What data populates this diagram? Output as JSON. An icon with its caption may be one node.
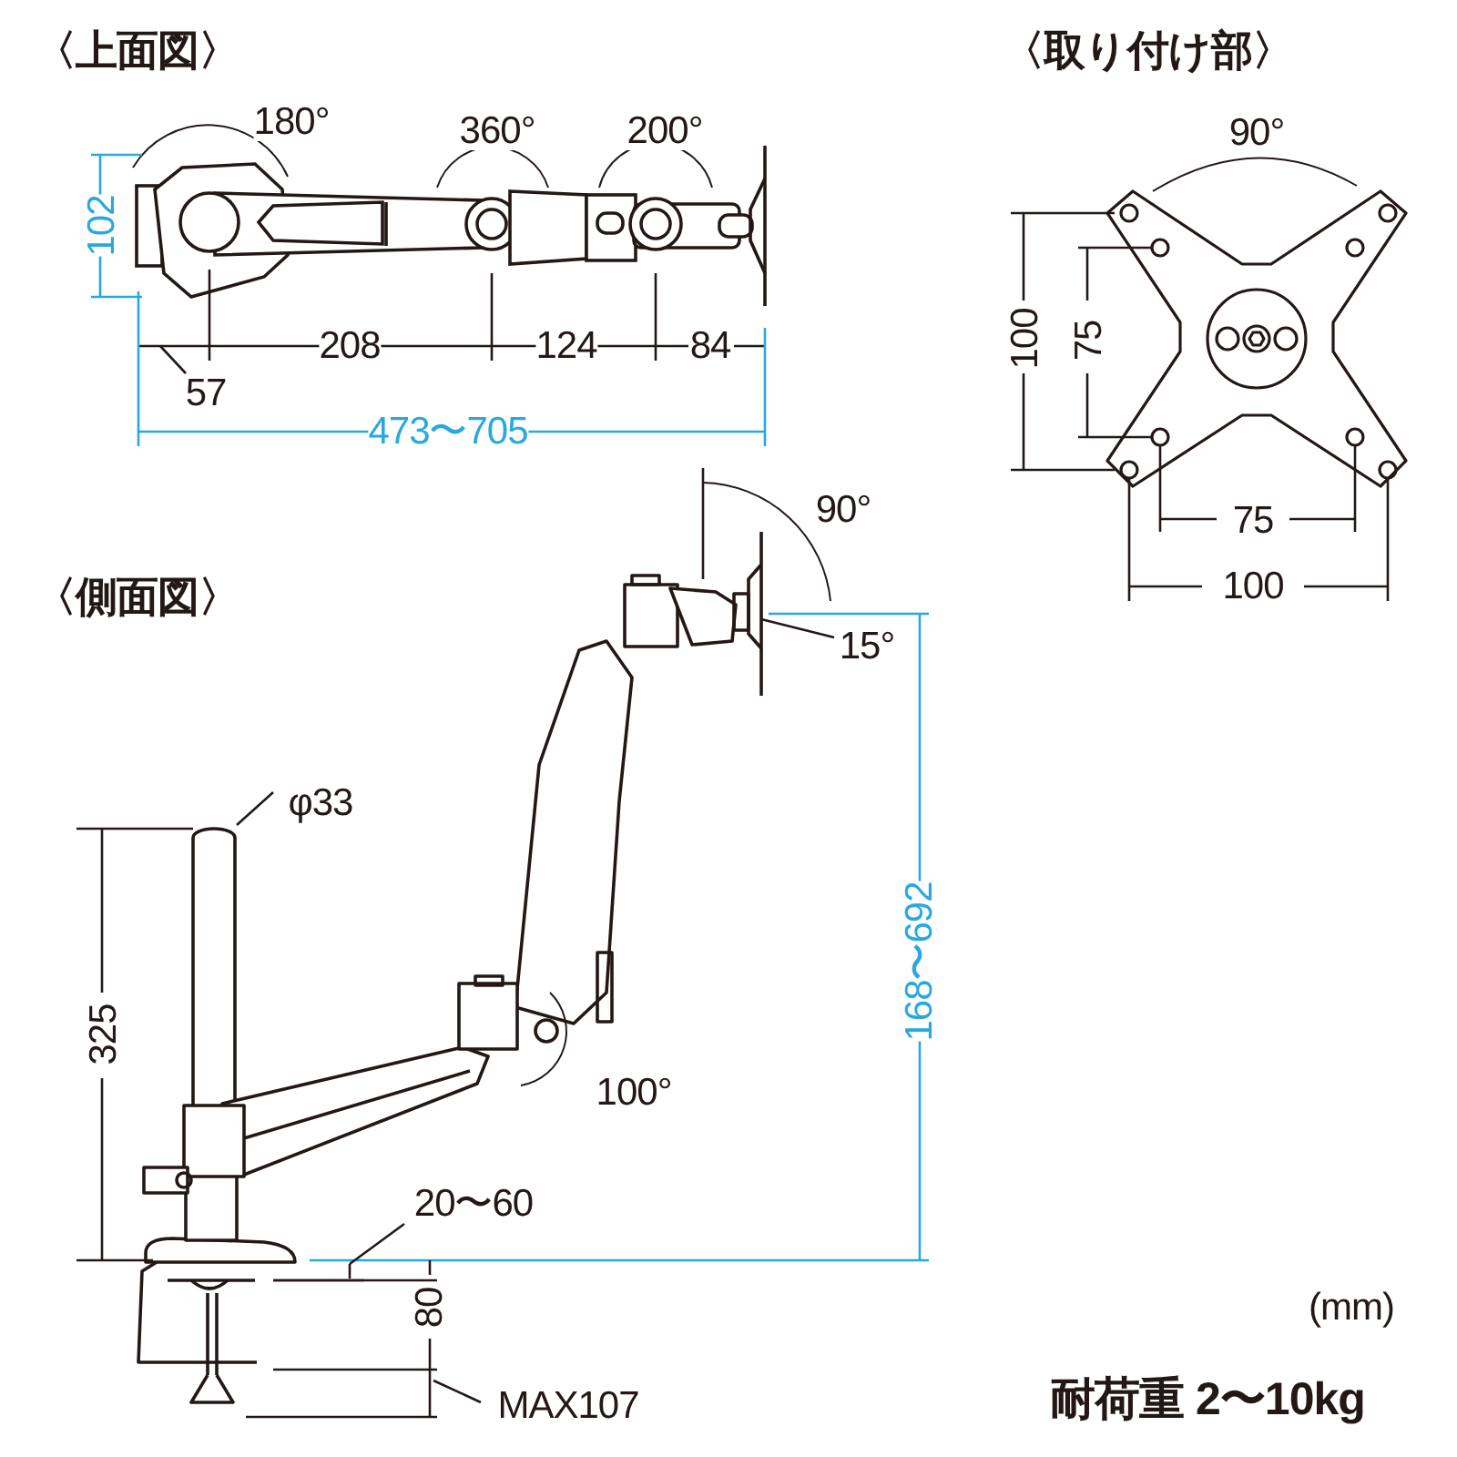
{
  "diagram": {
    "labels": [
      "〈上面図〉",
      "〈取り付け部〉",
      "180°",
      "360°",
      "200°",
      "90°",
      "102",
      "208",
      "124",
      "84",
      "57",
      "100",
      "75",
      "473〜705",
      "75",
      "100",
      "〈側面図〉",
      "90°",
      "15°",
      "φ33",
      "325",
      "168〜692",
      "100°",
      "20〜60",
      "80",
      "(mm)",
      "MAX107",
      "耐荷重 2〜10kg"
    ]
  }
}
